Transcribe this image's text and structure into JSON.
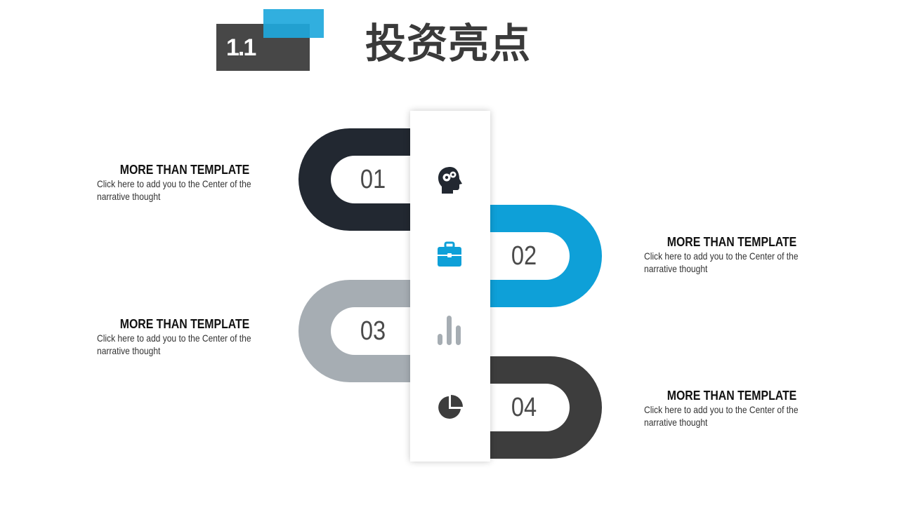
{
  "header": {
    "section_number": "1.1",
    "title": "投资亮点"
  },
  "colors": {
    "dark_navy": "#222831",
    "blue": "#0ea0d8",
    "gray": "#a6adb3",
    "dark_gray": "#3d3d3d",
    "header_dark": "#474747",
    "header_blue": "#1fa8dc"
  },
  "steps": [
    {
      "number": "01",
      "heading": "MORE THAN TEMPLATE",
      "body": "Click here to add  you to the Center of the narrative thought",
      "icon": "head-gears-icon"
    },
    {
      "number": "02",
      "heading": "MORE THAN TEMPLATE",
      "body": "Click here to add  you to the Center of the narrative thought",
      "icon": "briefcase-icon"
    },
    {
      "number": "03",
      "heading": "MORE THAN TEMPLATE",
      "body": "Click here to add  you to the Center of the narrative thought",
      "icon": "bar-chart-icon"
    },
    {
      "number": "04",
      "heading": "MORE THAN TEMPLATE",
      "body": "Click here to add  you to the Center of the narrative thought",
      "icon": "pie-chart-icon"
    }
  ]
}
